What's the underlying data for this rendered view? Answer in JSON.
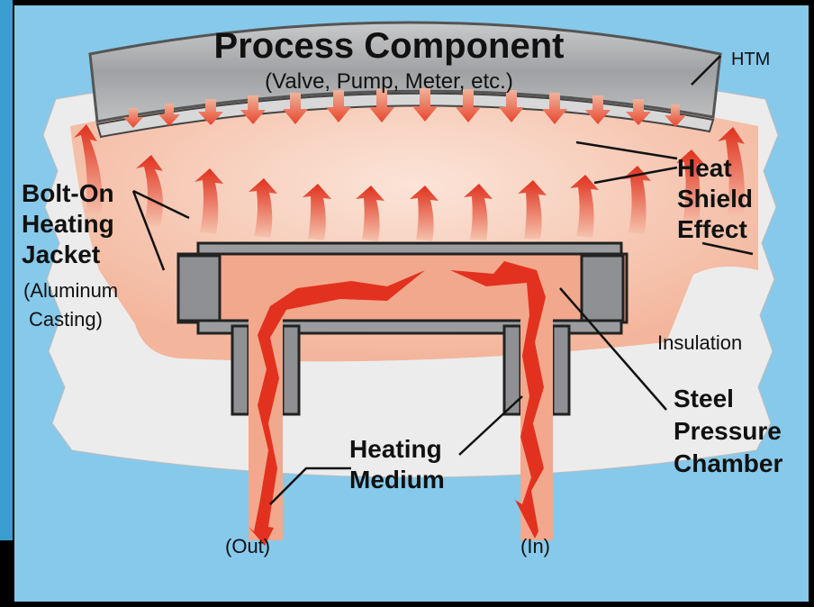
{
  "diagram": {
    "title": "Process Component",
    "subtitle": "(Valve, Pump, Meter, etc.)",
    "labels": {
      "htm": "HTM",
      "bolt_on_line1": "Bolt-On",
      "bolt_on_line2": "Heating",
      "bolt_on_line3": "Jacket",
      "aluminum_line1": "(Aluminum",
      "aluminum_line2": "Casting)",
      "heat_line1": "Heat",
      "heat_line2": "Shield",
      "heat_line3": "Effect",
      "insulation": "Insulation",
      "steel_line1": "Steel",
      "steel_line2": "Pressure",
      "steel_line3": "Chamber",
      "heating_line1": "Heating",
      "heating_line2": "Medium",
      "out": "(Out)",
      "in": "(In)"
    },
    "colors": {
      "background": "#87c9ea",
      "insulation": "#e9e9e9",
      "jacket": "#f8cdb9",
      "component": "#a9abae",
      "arrow": "#e2321f",
      "medium": "#f2a88c",
      "steel": "#8e9094",
      "frame": "#000000"
    }
  }
}
